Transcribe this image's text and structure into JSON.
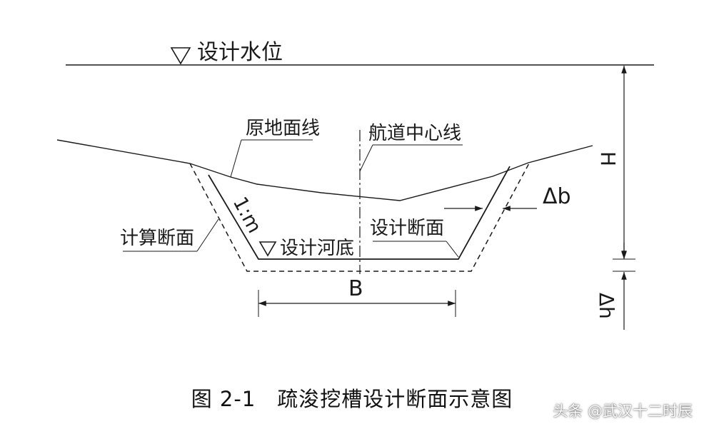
{
  "labels": {
    "design_water_level": "设计水位",
    "original_ground_line": "原地面线",
    "channel_centerline": "航道中心线",
    "delta_b": "Δb",
    "slope": "1:m",
    "design_section": "设计断面",
    "calculated_section": "计算断面",
    "design_river_bottom": "设计河底",
    "width_b": "B",
    "depth_h": "H",
    "delta_h": "Δh"
  },
  "caption": "图 2-1　疏浚挖槽设计断面示意图",
  "watermark": "头条 @武汉十二时辰"
}
